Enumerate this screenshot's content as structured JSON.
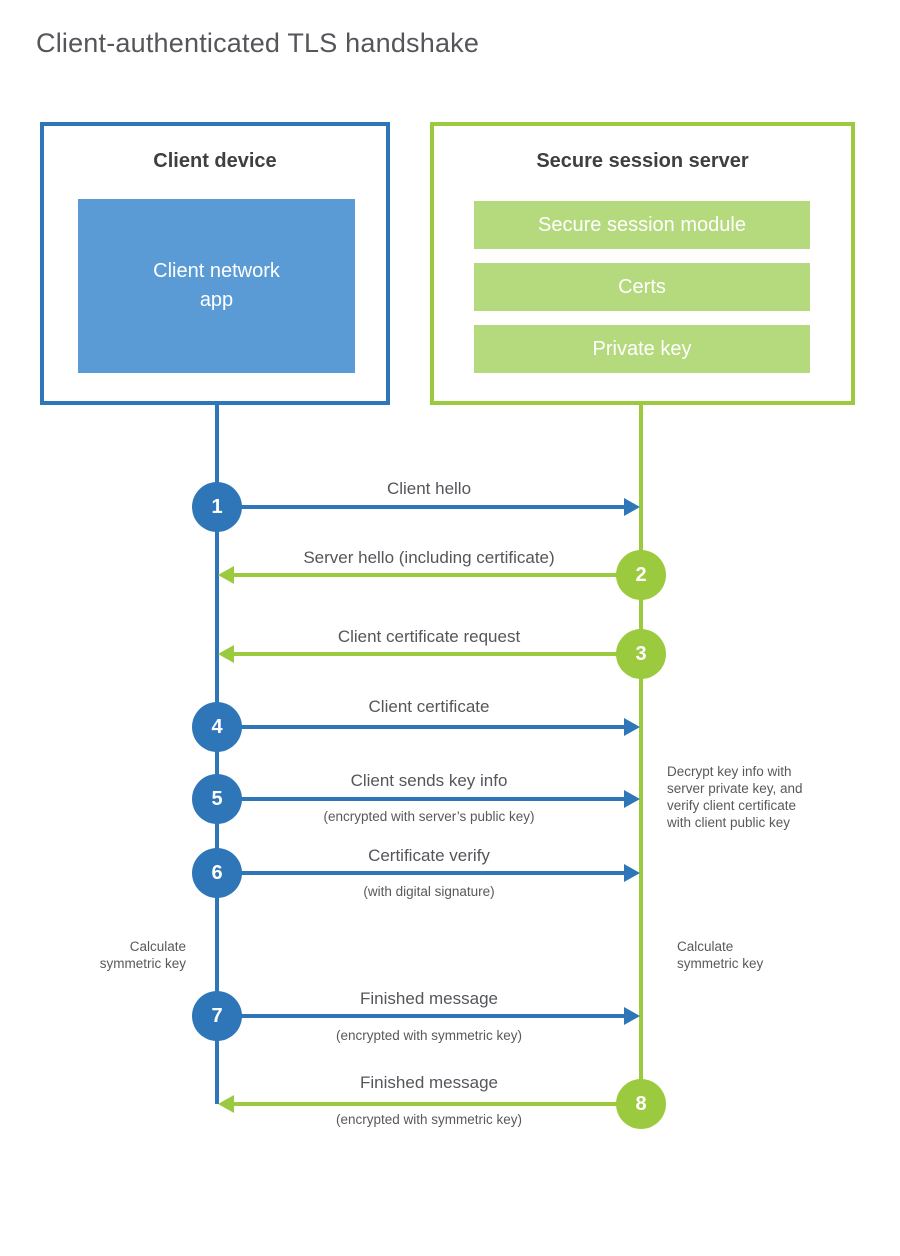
{
  "title": "Client-authenticated TLS handshake",
  "colors": {
    "blue": "#2e76b8",
    "light_blue": "#5b9bd5",
    "green": "#9cca3f",
    "light_green": "#b5da7e",
    "heading_text": "#3e3f41",
    "body_text": "#58595b"
  },
  "client": {
    "title": "Client device",
    "app_label": "Client network\napp"
  },
  "server": {
    "title": "Secure session server",
    "modules": [
      "Secure session module",
      "Certs",
      "Private key"
    ]
  },
  "messages": [
    {
      "number": "1",
      "from": "client",
      "to": "server",
      "label": "Client hello",
      "sublabel": ""
    },
    {
      "number": "2",
      "from": "server",
      "to": "client",
      "label": "Server hello (including certificate)",
      "sublabel": ""
    },
    {
      "number": "3",
      "from": "server",
      "to": "client",
      "label": "Client certificate request",
      "sublabel": ""
    },
    {
      "number": "4",
      "from": "client",
      "to": "server",
      "label": "Client certificate",
      "sublabel": ""
    },
    {
      "number": "5",
      "from": "client",
      "to": "server",
      "label": "Client sends key info",
      "sublabel": "(encrypted with server’s public key)"
    },
    {
      "number": "6",
      "from": "client",
      "to": "server",
      "label": "Certificate verify",
      "sublabel": "(with digital signature)"
    },
    {
      "number": "7",
      "from": "client",
      "to": "server",
      "label": "Finished message",
      "sublabel": "(encrypted with symmetric key)"
    },
    {
      "number": "8",
      "from": "server",
      "to": "client",
      "label": "Finished message",
      "sublabel": "(encrypted with symmetric key)"
    }
  ],
  "annotations": {
    "decrypt_note": "Decrypt key info with\nserver private key, and\nverify client certificate\nwith client public key",
    "calculate_left": "Calculate\nsymmetric key",
    "calculate_right": "Calculate\nsymmetric key"
  }
}
